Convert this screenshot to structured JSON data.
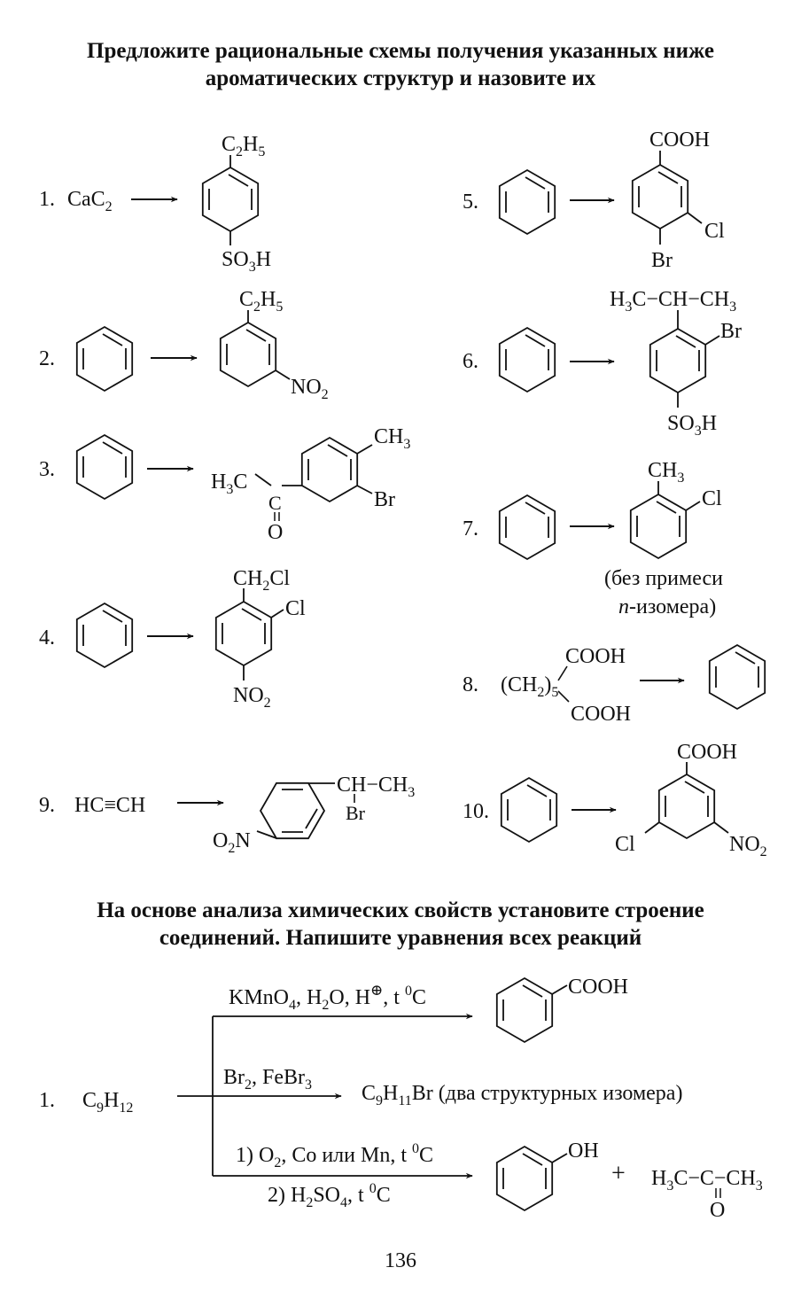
{
  "heading1": {
    "line1": "Предложите рациональные схемы получения указанных ниже",
    "line2": "ароматических структур и назовите их"
  },
  "heading2": {
    "line1": "На основе анализа химических свойств установите строение",
    "line2": "соединений. Напишите уравнения всех реакций"
  },
  "problems": [
    {
      "num": "1.",
      "start": "CaC",
      "start_sub": "2",
      "top": "C",
      "top_sub": "2",
      "top_rest": "H",
      "top_sub2": "5",
      "bottom": "SO",
      "bottom_sub": "3",
      "bottom_rest": "H"
    },
    {
      "num": "2.",
      "top": "C",
      "top_sub": "2",
      "top_rest": "H",
      "top_sub2": "5",
      "sub": "NO",
      "sub_sub": "2"
    },
    {
      "num": "3.",
      "left": "H",
      "left_sub": "3",
      "left_rest": "C",
      "carbon": "C",
      "oxygen": "O",
      "top": "CH",
      "top_sub": "3",
      "br": "Br"
    },
    {
      "num": "4.",
      "top": "CH",
      "top_sub": "2",
      "top_rest": "Cl",
      "cl": "Cl",
      "bottom": "NO",
      "bottom_sub": "2"
    },
    {
      "num": "5.",
      "top": "COOH",
      "cl": "Cl",
      "br": "Br"
    },
    {
      "num": "6.",
      "top_a": "H",
      "top_a_sub": "3",
      "top_b": "C−CH−CH",
      "top_c_sub": "3",
      "br": "Br",
      "bottom": "SO",
      "bottom_sub": "3",
      "bottom_rest": "H"
    },
    {
      "num": "7.",
      "top": "CH",
      "top_sub": "3",
      "cl": "Cl",
      "note1": "(без примеси",
      "note2_italic": "n",
      "note2": "-изомера)"
    },
    {
      "num": "8.",
      "left": "(CH",
      "left_sub": "2",
      "left_rest": ")",
      "left_sub2": "5",
      "cooh1": "COOH",
      "cooh2": "COOH"
    },
    {
      "num": "9.",
      "start": "HC≡CH",
      "side_a": "CH−CH",
      "side_sub": "3",
      "br": "Br",
      "o2n": "O",
      "o2n_sub": "2",
      "o2n_rest": "N"
    },
    {
      "num": "10.",
      "top": "COOH",
      "cl": "Cl",
      "no2": "NO",
      "no2_sub": "2"
    }
  ],
  "scheme": {
    "num": "1.",
    "start": "C",
    "start_sub1": "9",
    "start_mid": "H",
    "start_sub2": "12",
    "r1": {
      "a": "KMnO",
      "a_sub": "4",
      "b": ", H",
      "b_sub": "2",
      "c": "O, H",
      "c_sup": "⊕",
      "d": ", t ",
      "d_sup": "0",
      "e": "C"
    },
    "p1": "COOH",
    "r2": {
      "a": "Br",
      "a_sub": "2",
      "b": ", FeBr",
      "b_sub": "3"
    },
    "p2": {
      "a": "C",
      "a_sub": "9",
      "b": "H",
      "b_sub": "11",
      "c": "Br  (два структурных изомера)"
    },
    "r3a": {
      "a": "1) O",
      "a_sub": "2",
      "b": ", Co или Mn, t ",
      "b_sup": "0",
      "c": "C"
    },
    "r3b": {
      "a": "2) H",
      "a_sub": "2",
      "b": "SO",
      "b_sub": "4",
      "c": ", t ",
      "c_sup": "0",
      "d": "C"
    },
    "p3": "OH",
    "plus": "+",
    "acetone": {
      "a": "H",
      "a_sub": "3",
      "b": "C−C−CH",
      "c_sub": "3",
      "o": "O"
    }
  },
  "page_number": "136"
}
